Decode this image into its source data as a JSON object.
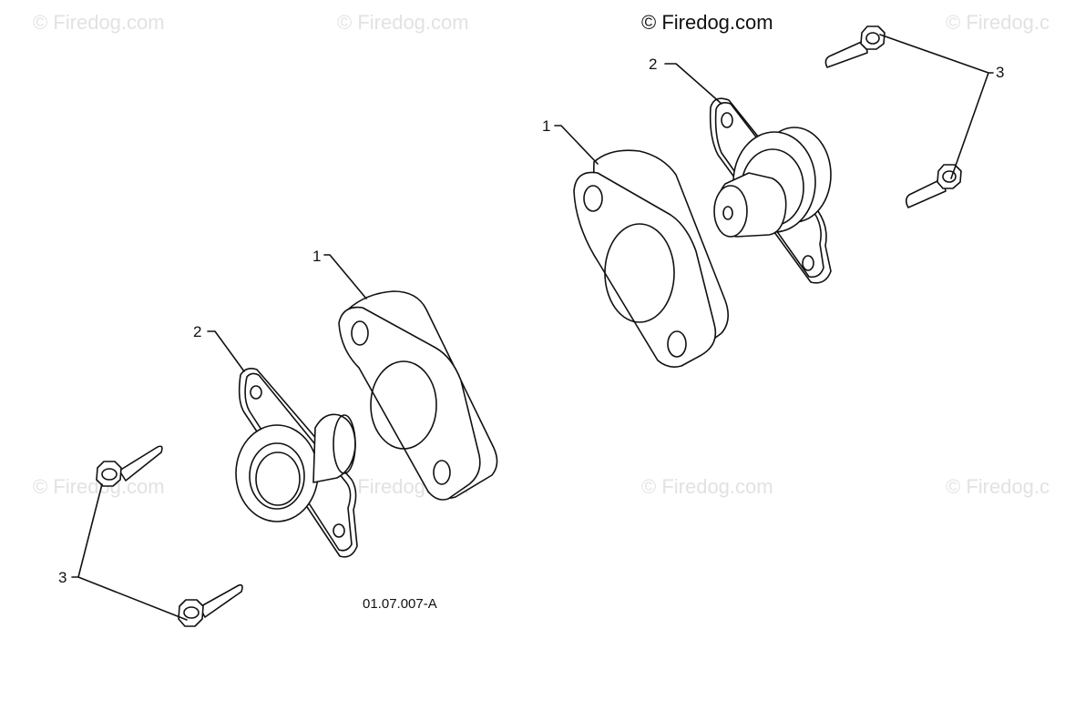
{
  "copyright": "© Firedog.com",
  "watermark": "© Firedog.com",
  "watermark_cut": "© Firedog.c",
  "diagram_code": "01.07.007-A",
  "callouts": {
    "spacer": "1",
    "bearing": "2",
    "bolt": "3"
  },
  "colors": {
    "line": "#111111",
    "watermark": "#e2e2e2",
    "background": "#ffffff"
  }
}
